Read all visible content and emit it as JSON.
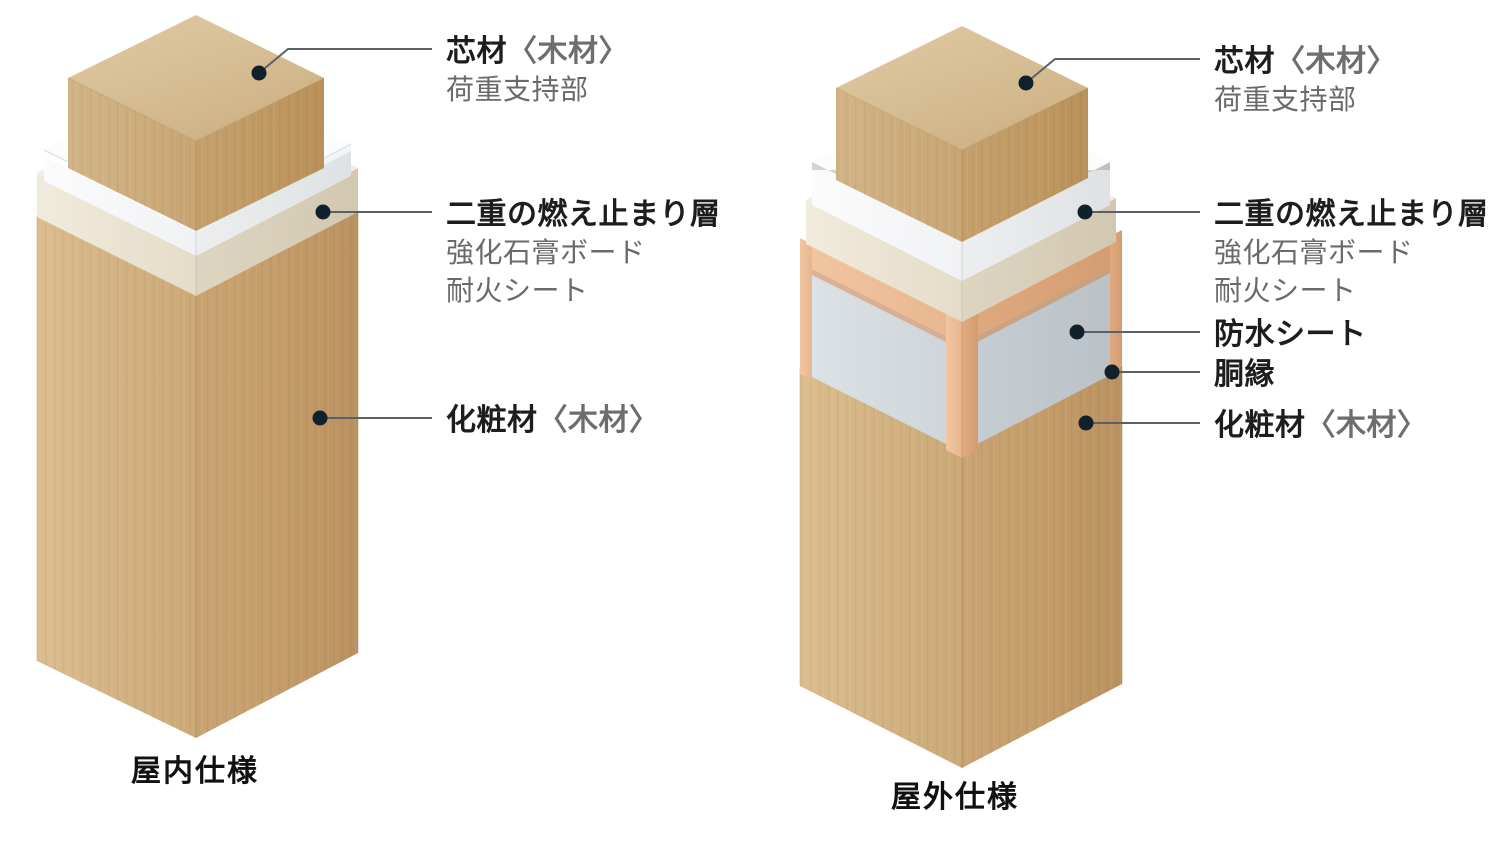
{
  "figure": {
    "title_visible": false,
    "background": "#ffffff"
  },
  "colors": {
    "wood_core_top": "#d8c097",
    "wood_core_left": "#cfae7f",
    "wood_core_right": "#c09a68",
    "gypsum_white": "#f6f7f8",
    "gypsum_white_right": "#e7e9ea",
    "fire_sheet_cream": "#ece5d6",
    "fire_sheet_cream_right": "#ddd4c1",
    "waterproof_gray": "#d3d8dc",
    "waterproof_gray_right": "#c2c8cd",
    "furring_salmon": "#edbb93",
    "furring_salmon_dark": "#dca87d",
    "finish_wood_left": "#d5b685",
    "finish_wood_right": "#c6a070",
    "leader_line": "#5a6068",
    "leader_dot": "#10202c",
    "label_bold": "#1d1d1d",
    "label_sub": "#6a6a6a"
  },
  "columns": [
    {
      "id": "indoor",
      "caption": "屋内仕様",
      "labels": [
        {
          "id": "core",
          "bold": "芯材",
          "paren": "〈木材〉",
          "sub": [
            "荷重支持部"
          ]
        },
        {
          "id": "fire-stop",
          "bold": "二重の燃え止まり層",
          "paren": "",
          "sub": [
            "強化石膏ボード",
            "耐火シート"
          ]
        },
        {
          "id": "finish",
          "bold": "化粧材",
          "paren": "〈木材〉",
          "sub": []
        }
      ]
    },
    {
      "id": "outdoor",
      "caption": "屋外仕様",
      "labels": [
        {
          "id": "core",
          "bold": "芯材",
          "paren": "〈木材〉",
          "sub": [
            "荷重支持部"
          ]
        },
        {
          "id": "fire-stop",
          "bold": "二重の燃え止まり層",
          "paren": "",
          "sub": [
            "強化石膏ボード",
            "耐火シート"
          ]
        },
        {
          "id": "waterproof",
          "bold": "防水シート",
          "paren": "",
          "sub": []
        },
        {
          "id": "furring",
          "bold": "胴縁",
          "paren": "",
          "sub": []
        },
        {
          "id": "finish",
          "bold": "化粧材",
          "paren": "〈木材〉",
          "sub": []
        }
      ]
    }
  ]
}
